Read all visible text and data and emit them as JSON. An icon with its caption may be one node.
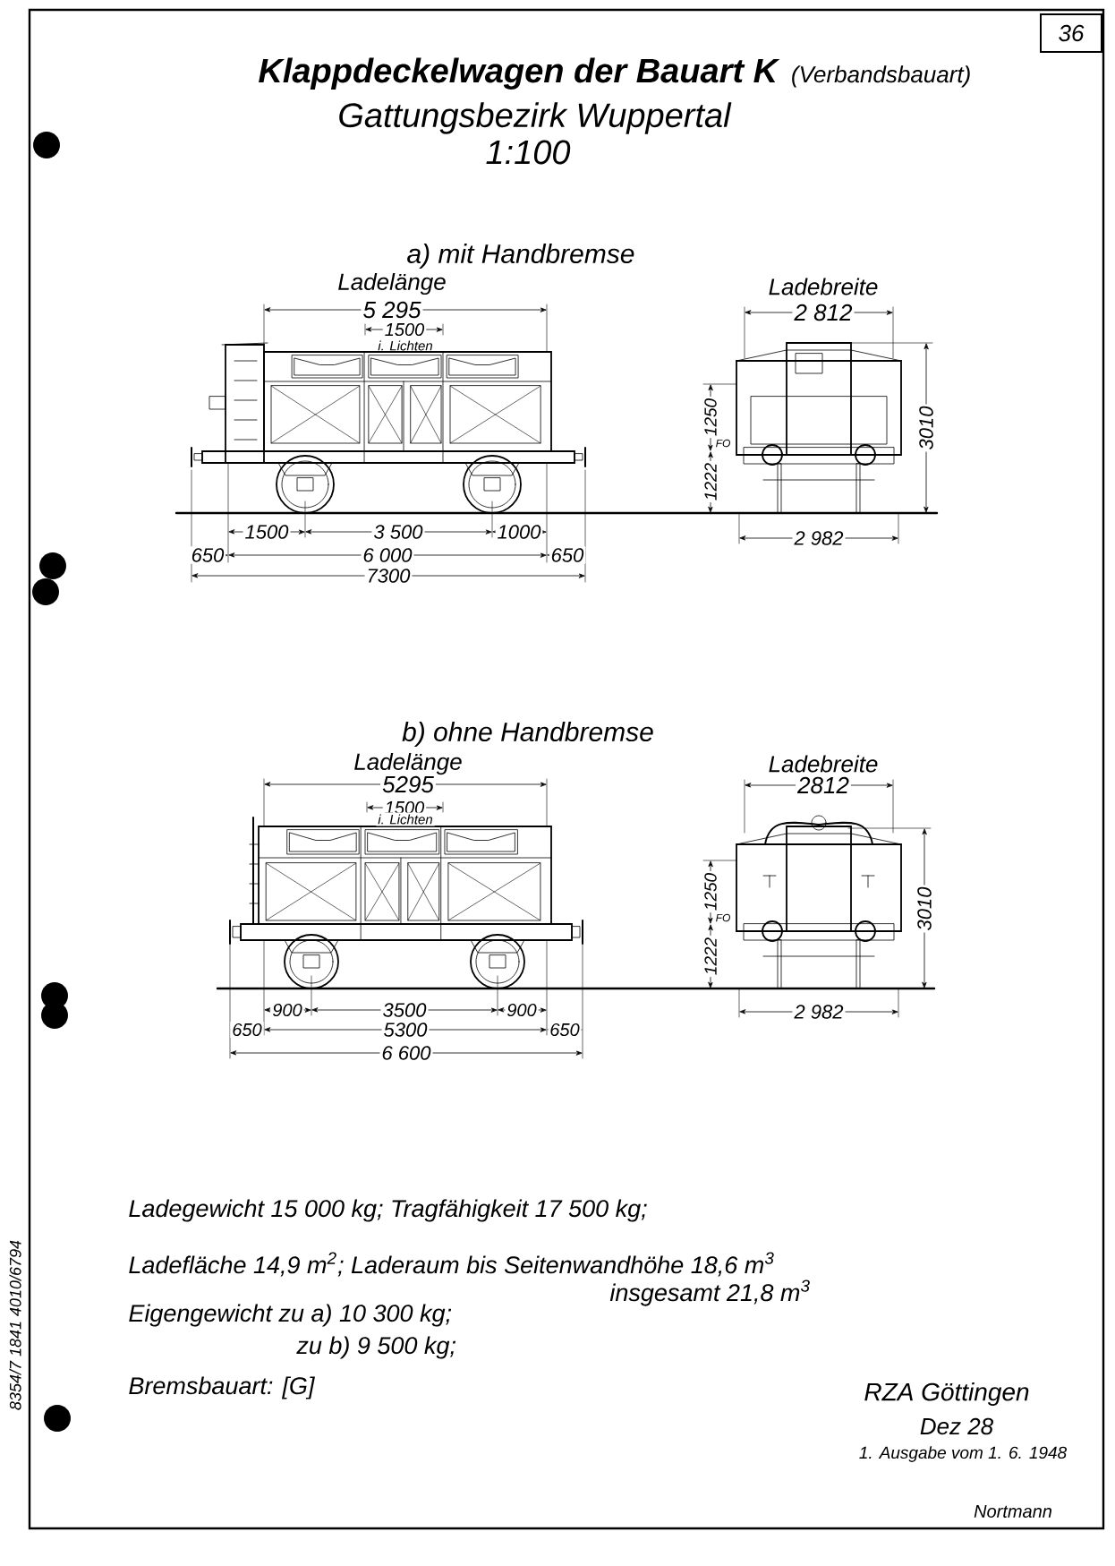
{
  "diagram": {
    "title": "Klappdeckelwagen der Bauart K",
    "nodes": [
      {
        "text": [
          "36"
        ]
      }
    ],
    "labels": [
      "(Verbandsbauart)",
      "Gattungsbezirk Wuppertal",
      "1:100",
      "a) mit Handbremse",
      "Ladelänge",
      "5 295",
      "1500",
      "i. Lichten",
      "Ladebreite",
      "2 812",
      "1250",
      "FO",
      "1222",
      "3010",
      "1500",
      "3 500",
      "1000",
      "650",
      "6 000",
      "650",
      "7300",
      "2 982",
      "b) ohne Handbremse",
      "Ladelänge",
      "5295",
      "1500",
      "i. Lichten",
      "Ladebreite",
      "2812",
      "1250",
      "FO",
      "1222",
      "3010",
      "900",
      "3500",
      "900",
      "650",
      "5300",
      "650",
      "6 600",
      "2 982",
      "Ladegewicht 15 000 kg; Tragfähigkeit 17 500 kg;",
      "Ladefläche 14,9 m$^{2}$; Laderaum bis Seitenwandhöhe 18,6 m$^{3}$",
      "insgesamt 21,8 m$^{3}$",
      "Eigengewicht zu a) 10 300 kg;",
      "zu b) 9 500 kg;",
      "Bremsbauart: [G]",
      "RZA Göttingen",
      "Dez 28",
      "1. Ausgabe vom 1. 6. 1948",
      "Nortmann",
      "8354/7 1841 4010/6794"
    ]
  }
}
